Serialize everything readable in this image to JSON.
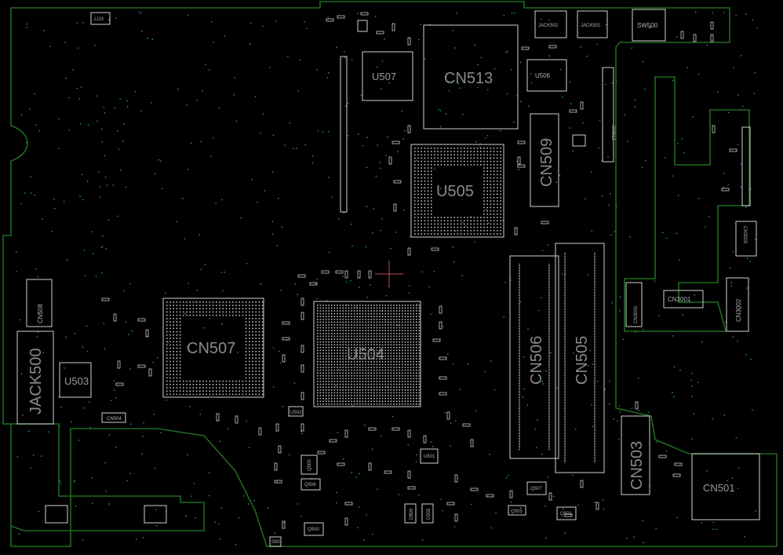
{
  "components": {
    "u23": "U23",
    "jack502": "JACK502",
    "jack501": "JACK501",
    "sw500": "SW500",
    "u507": "U507",
    "cn513": "CN513",
    "u506": "U506",
    "cn509": "CN509",
    "u505": "U505",
    "cn507": "CN507",
    "u504": "U504",
    "cn506": "CN506",
    "cn505": "CN505",
    "cn508": "CN508",
    "jack500": "JACK500",
    "u503": "U503",
    "cn504": "CN504",
    "cn3000": "CN3000",
    "cn3001": "CN3001",
    "cn3002": "CN3002",
    "cn3003": "CN3003",
    "cn503": "CN503",
    "cn501": "CN501",
    "u501": "U501",
    "u502": "U502",
    "q505": "Q505",
    "q507": "Q507",
    "q501": "Q501",
    "q500": "Q500",
    "q506": "Q506",
    "q500b": "Q500",
    "d500": "D500",
    "d502": "D502",
    "cn512": "CN512",
    "s90": "S90"
  },
  "colors": {
    "outline": "#1f6b1f",
    "silkscreen": "#cfcfcf",
    "via": "#2a9aa0",
    "cursor": "#c24a5a"
  }
}
